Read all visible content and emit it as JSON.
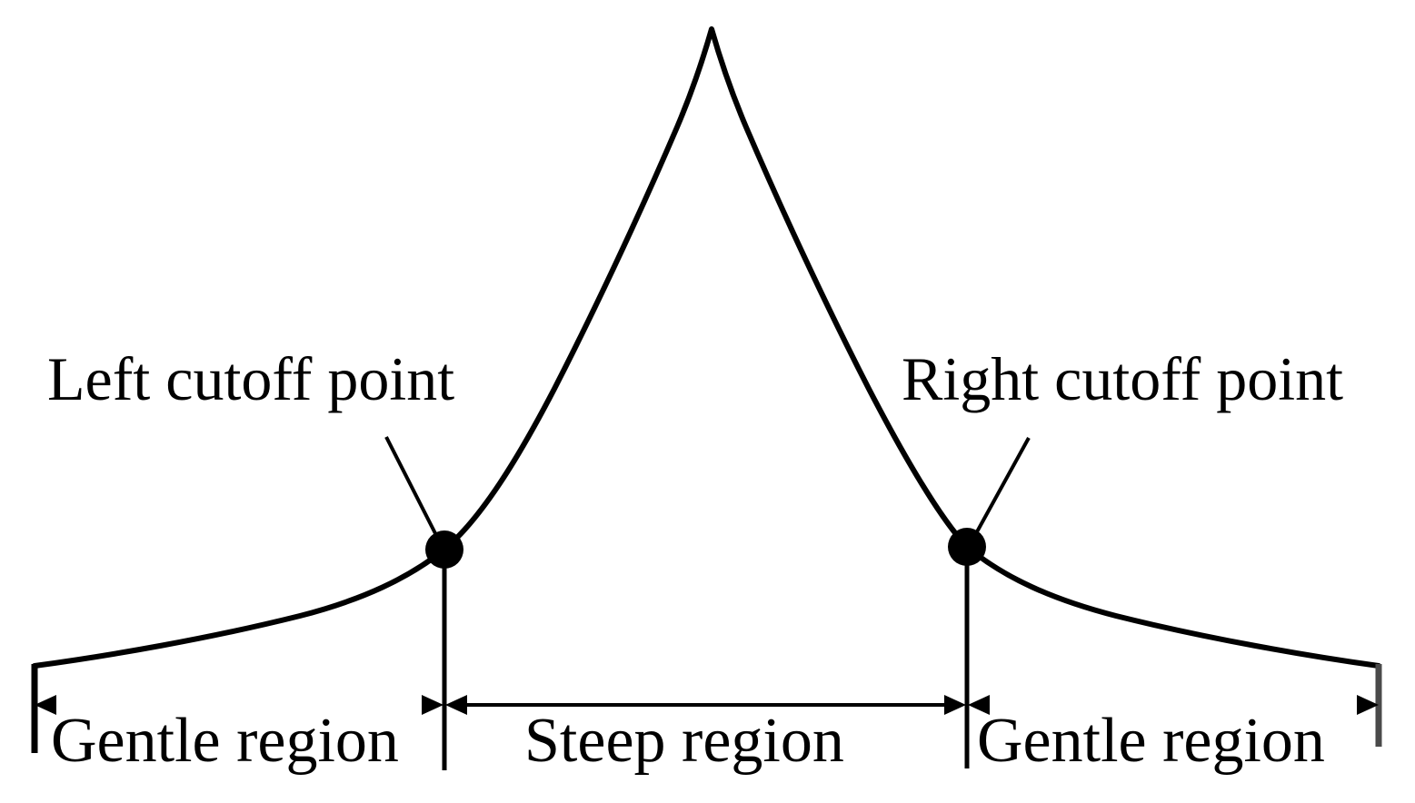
{
  "figure": {
    "background_color": "#ffffff",
    "stroke_color": "#000000",
    "axis_gray": "#6e6e6e",
    "callouts": {
      "left_cutoff": "Left cutoff point",
      "right_cutoff": "Right cutoff point"
    },
    "regions": {
      "left": "Gentle region",
      "steep": "Steep region",
      "right": "Gentle region"
    }
  },
  "chart_data": {
    "type": "line",
    "title": "",
    "xlabel": "",
    "ylabel": "",
    "grid": false,
    "legend": null,
    "description": "Single sharply peaked unimodal curve (Laplace/Cauchy-like) with two marked cutoff points separating a central steep region from two outer gentle regions.",
    "xlim": [
      38,
      1517
    ],
    "ylim": [
      32,
      733
    ],
    "series": [
      {
        "name": "peaked-curve",
        "x": [
          38,
          100,
          160,
          220,
          300,
          380,
          440,
          489,
          520,
          550,
          585,
          625,
          675,
          727,
          760,
          783,
          806,
          840,
          892,
          940,
          980,
          1020,
          1064,
          1110,
          1170,
          1240,
          1320,
          1400,
          1460,
          1517
        ],
        "y": [
          733,
          725,
          716,
          706,
          688,
          664,
          640,
          605,
          578,
          535,
          470,
          400,
          300,
          205,
          120,
          32,
          120,
          205,
          300,
          400,
          470,
          535,
          602,
          640,
          664,
          688,
          706,
          716,
          725,
          733
        ]
      }
    ],
    "annotations": [
      {
        "name": "left-cutoff-point",
        "label": "Left cutoff point",
        "point": [
          489,
          605
        ],
        "leader_from": [
          425,
          481
        ],
        "marker": "filled-circle"
      },
      {
        "name": "right-cutoff-point",
        "label": "Right cutoff point",
        "point": [
          1064,
          602
        ],
        "leader_from": [
          1132,
          482
        ],
        "marker": "filled-circle"
      }
    ],
    "span_markers": [
      {
        "name": "gentle-region-left",
        "label": "Gentle region",
        "x_start": 38,
        "x_end": 489,
        "y": 776
      },
      {
        "name": "steep-region",
        "label": "Steep region",
        "x_start": 489,
        "x_end": 1064,
        "y": 776
      },
      {
        "name": "gentle-region-right",
        "label": "Gentle region",
        "x_start": 1064,
        "x_end": 1517,
        "y": 776
      }
    ]
  }
}
